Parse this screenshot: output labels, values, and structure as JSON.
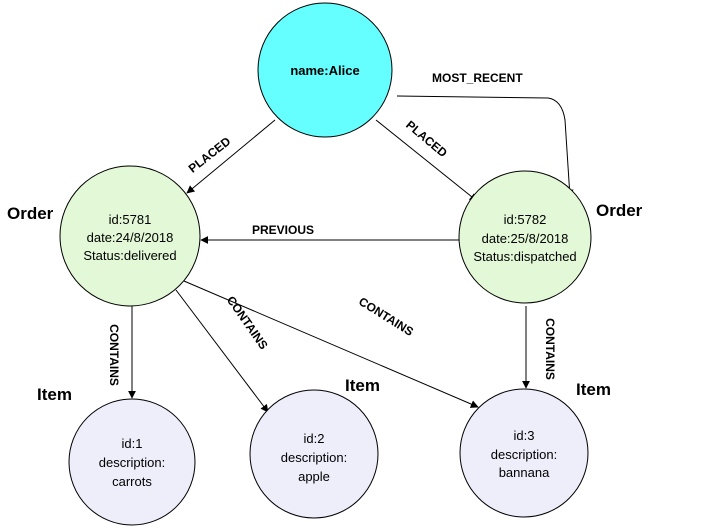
{
  "nodes": {
    "alice": {
      "lines": [
        "name:Alice"
      ],
      "fill": "#66ffff"
    },
    "order1": {
      "lines": [
        "id:5781",
        "date:24/8/2018",
        "Status:delivered"
      ],
      "fill": "#e2f8d7"
    },
    "order2": {
      "lines": [
        "id:5782",
        "date:25/8/2018",
        "Status:dispatched"
      ],
      "fill": "#e2f8d7"
    },
    "item1": {
      "lines": [
        "id:1",
        "description:",
        "carrots"
      ],
      "fill": "#eeeefb"
    },
    "item2": {
      "lines": [
        "id:2",
        "description:",
        "apple"
      ],
      "fill": "#eeeefb"
    },
    "item3": {
      "lines": [
        "id:3",
        "description:",
        "bannana"
      ],
      "fill": "#eeeefb"
    }
  },
  "type_labels": {
    "order_left": "Order",
    "order_right": "Order",
    "item_left": "Item",
    "item_middle": "Item",
    "item_right": "Item"
  },
  "edges": {
    "placed_left": "PLACED",
    "placed_right": "PLACED",
    "most_recent": "MOST_RECENT",
    "previous": "PREVIOUS",
    "contains_1": "CONTAINS",
    "contains_2": "CONTAINS",
    "contains_3": "CONTAINS",
    "contains_4": "CONTAINS"
  },
  "colors": {
    "stroke": "#000000"
  }
}
